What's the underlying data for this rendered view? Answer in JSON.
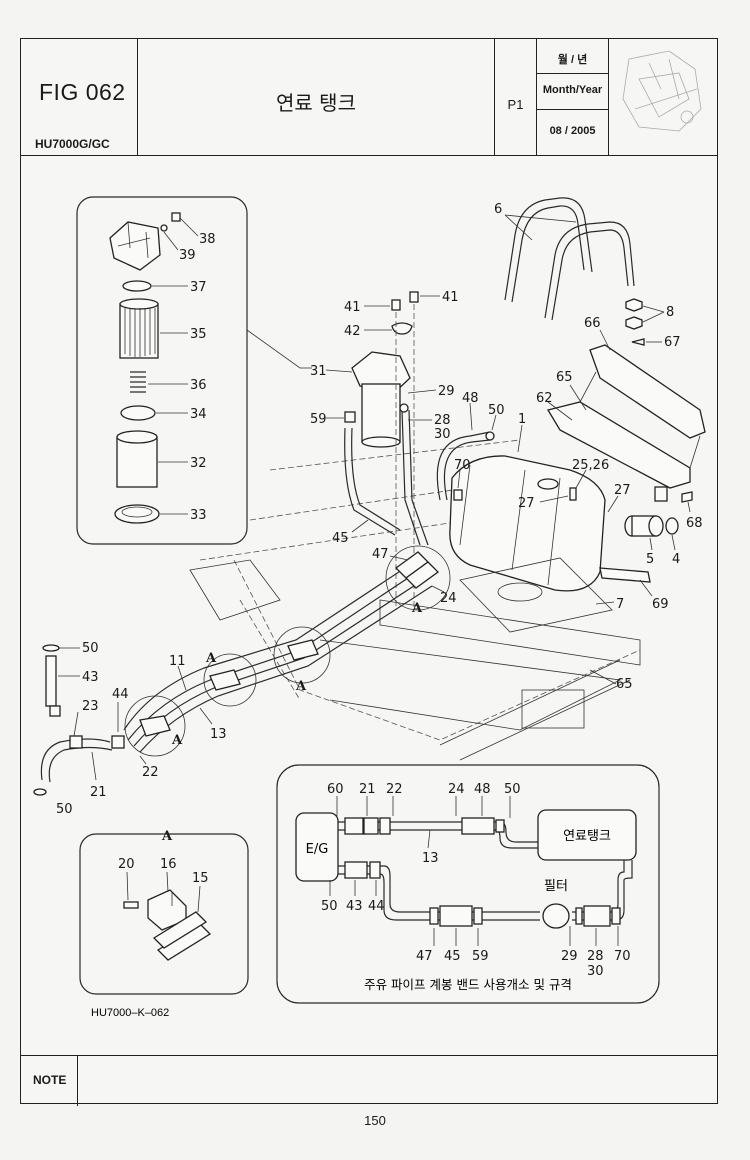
{
  "header": {
    "fig": "FIG 062",
    "model": "HU7000G/GC",
    "title": "연료 탱크",
    "page": "P1",
    "date_kr": "월 / 년",
    "date_en": "Month/Year",
    "date_value": "08 / 2005"
  },
  "parts": {
    "p1": "1",
    "p4": "4",
    "p5": "5",
    "p6": "6",
    "p7": "7",
    "p8": "8",
    "p11": "11",
    "p13": "13",
    "p15": "15",
    "p16": "16",
    "p20": "20",
    "p21": "21",
    "p22": "22",
    "p23": "23",
    "p24": "24",
    "p2526": "25,26",
    "p27": "27",
    "p28": "28",
    "p29": "29",
    "p30": "30",
    "p31": "31",
    "p32": "32",
    "p33": "33",
    "p34": "34",
    "p35": "35",
    "p36": "36",
    "p37": "37",
    "p38": "38",
    "p39": "39",
    "p41": "41",
    "p42": "42",
    "p43": "43",
    "p44": "44",
    "p45": "45",
    "p47": "47",
    "p48": "48",
    "p50": "50",
    "p59": "59",
    "p60": "60",
    "p62": "62",
    "p65": "65",
    "p66": "66",
    "p67": "67",
    "p68": "68",
    "p69": "69",
    "p70": "70",
    "a": "A"
  },
  "schematic": {
    "engine": "E/G",
    "tank": "연료탱크",
    "filter": "필터",
    "caption": "주유 파이프 계봉 밴드 사용개소 및 규격"
  },
  "drawing_code": "HU7000–K–062",
  "note_label": "NOTE",
  "page_number": "150"
}
